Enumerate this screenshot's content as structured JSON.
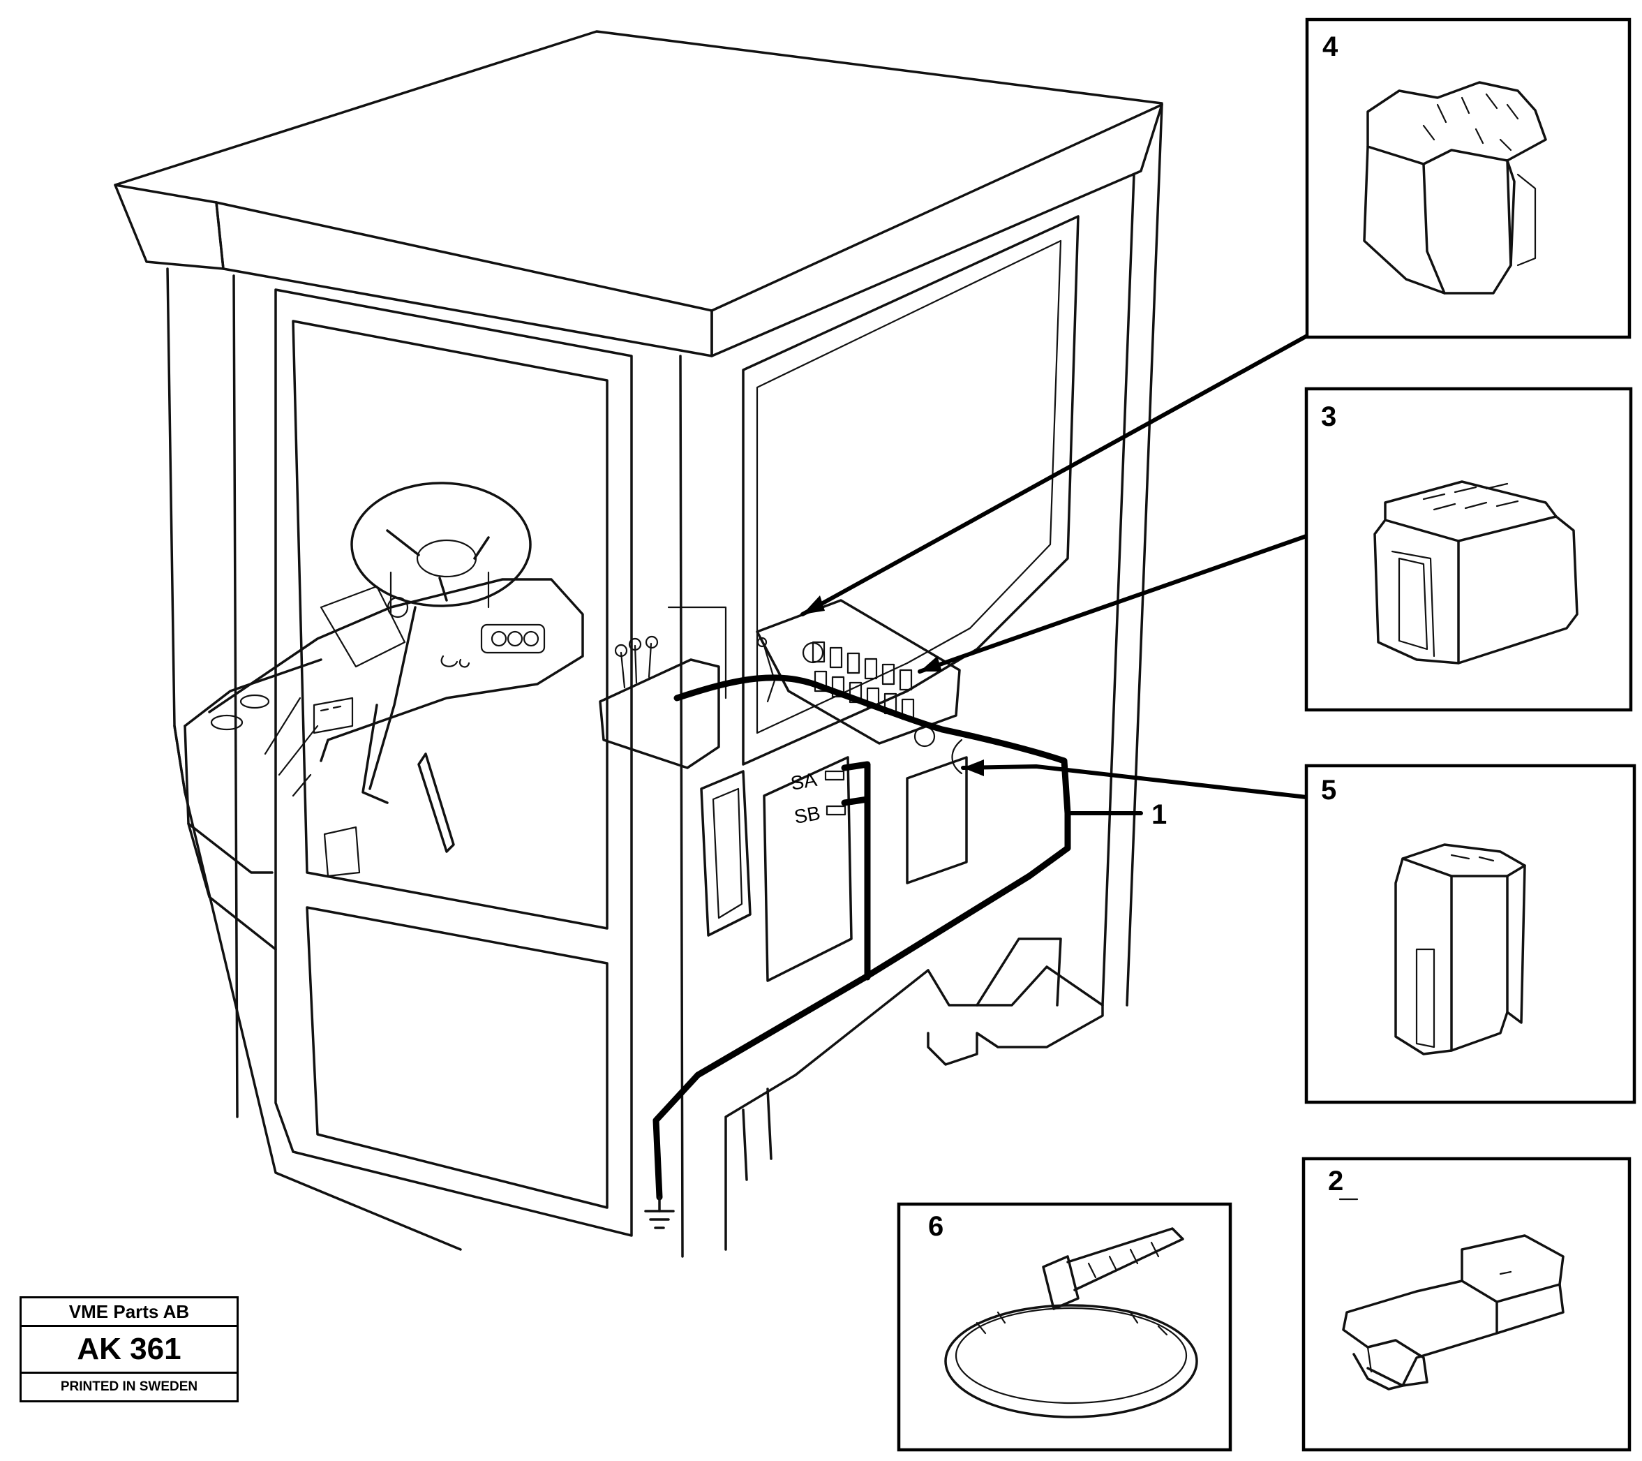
{
  "stamp": {
    "company": "VME Parts AB",
    "code": "AK 361",
    "printed": "PRINTED IN SWEDEN"
  },
  "callouts": {
    "wiring_harness": "1",
    "connector_2": "2",
    "connector_3": "3",
    "connector_4": "4",
    "connector_5": "5",
    "cable_tie": "6"
  },
  "panel_labels": {
    "sa": "SA",
    "sb": "SB"
  }
}
